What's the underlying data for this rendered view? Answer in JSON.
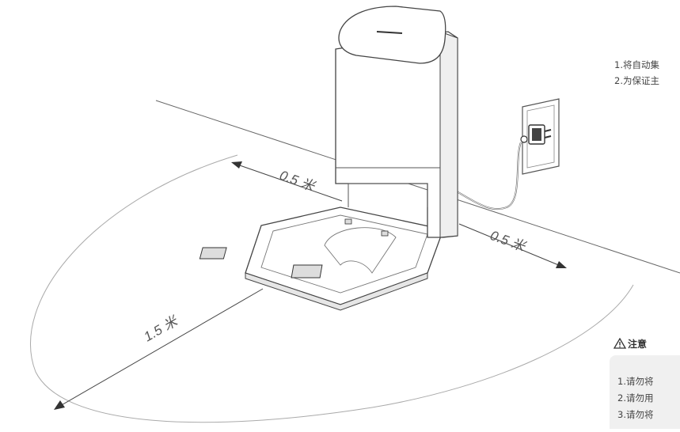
{
  "instructions": {
    "line1": "1.将自动集",
    "line2": "2.为保证主"
  },
  "dimensions": {
    "left_clearance": "0.5 米",
    "right_clearance": "0.5 米",
    "front_clearance": "1.5 米"
  },
  "notice": {
    "title": "注意",
    "items": [
      "1.请勿将",
      "2.请勿用",
      "3.请勿将"
    ]
  },
  "colors": {
    "text": "#444444",
    "line": "#555555",
    "panel": "#f0f0f0"
  }
}
